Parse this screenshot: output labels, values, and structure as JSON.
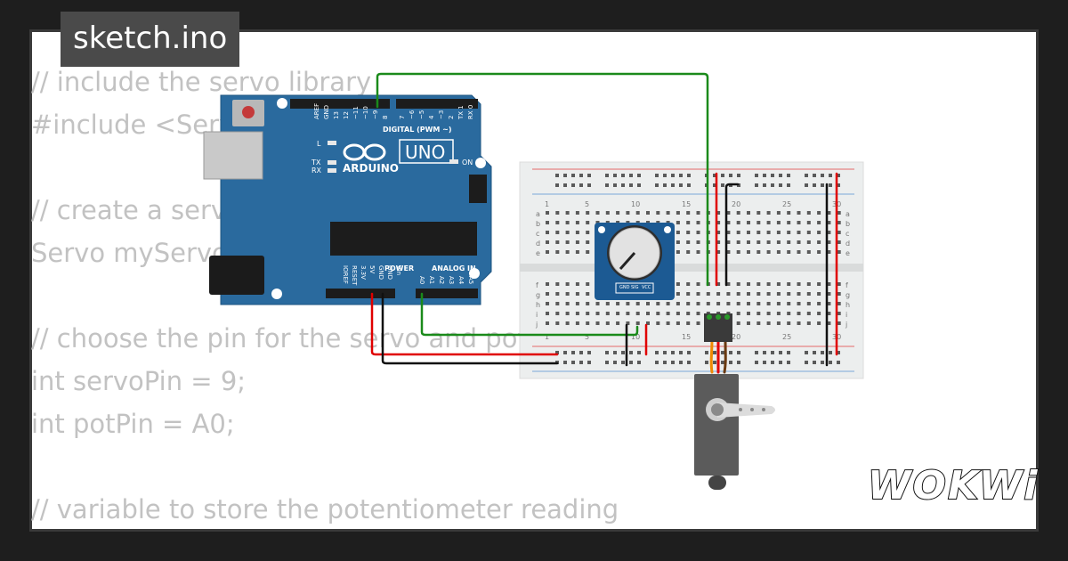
{
  "file_tab": {
    "label": "sketch.ino"
  },
  "code_lines": [
    "// include the servo library",
    "#include <Servo.h>",
    "",
    "// create a servo object",
    "Servo myServo;",
    "",
    "// choose the pin for the servo and potentiometer",
    "int servoPin = 9;",
    "int potPin = A0;",
    "",
    "// variable to store the potentiometer reading"
  ],
  "brand": {
    "logo_text": "WOKWi"
  },
  "arduino": {
    "brand": "ARDUINO",
    "model": "UNO",
    "digital_label": "DIGITAL (PWM ~)",
    "power_label": "POWER",
    "analog_label": "ANALOG IN",
    "led_on": "ON",
    "led_l": "L",
    "led_tx": "TX",
    "led_rx": "RX",
    "top_pins": [
      "AREF",
      "GND",
      "13",
      "12",
      "~11",
      "~10",
      "~9",
      "8",
      "7",
      "~6",
      "~5",
      "4",
      "~3",
      "2",
      "TX 1",
      "RX 0"
    ],
    "power_pins": [
      "IOREF",
      "RESET",
      "3.3V",
      "5V",
      "GND",
      "GND",
      "Vin"
    ],
    "analog_pins": [
      "A0",
      "A1",
      "A2",
      "A3",
      "A4",
      "A5"
    ]
  },
  "breadboard": {
    "col_numbers": [
      "1",
      "5",
      "10",
      "15",
      "20",
      "25",
      "30"
    ],
    "row_letters_top": [
      "a",
      "b",
      "c",
      "d",
      "e"
    ],
    "row_letters_bottom": [
      "f",
      "g",
      "h",
      "i",
      "j"
    ]
  },
  "potentiometer": {
    "pins": [
      "GND",
      "SIG",
      "VCC"
    ]
  },
  "colors": {
    "wire_green": "#1a8a1a",
    "wire_red": "#e00000",
    "wire_black": "#111111",
    "board_blue": "#2a6a9e",
    "servo_grey": "#5b5b5b",
    "servo_orange": "#f08a00"
  }
}
